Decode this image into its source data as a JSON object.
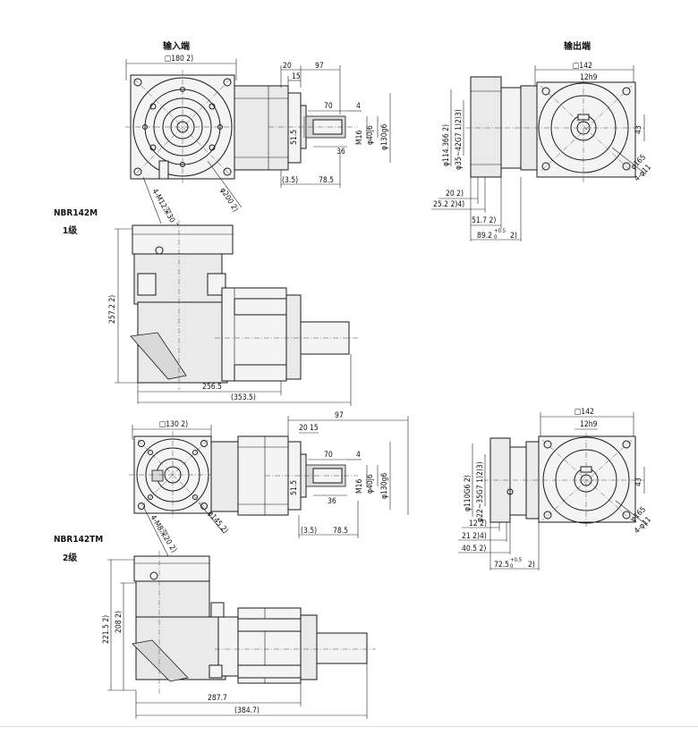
{
  "top": {
    "input_title": "输入端",
    "output_title": "输出端",
    "model": "NBR142M",
    "stage": "1级",
    "in": {
      "sq180": "□180  2)",
      "d20": "20",
      "d97": "97",
      "d15": "15",
      "d70": "70",
      "d4": "4",
      "d515": "51.5",
      "m16": "M16",
      "phi40": "φ40j6",
      "phi130": "φ130g6",
      "d36": "36",
      "d35": "(3.5)",
      "d785": "78.5",
      "screw": "4-M12深30  2)",
      "phi200": "φ200  2)"
    },
    "out": {
      "sq142": "□142",
      "key": "12h9",
      "phi114": "φ114.366  2)",
      "phi35": "φ35~42G7  1)2)3)",
      "d43": "43",
      "phi165": "φ165",
      "holes": "4-φ11",
      "d20": "20  2)",
      "d252": "25.2  2)4)",
      "d517": "51.7  2)",
      "d892": "89.2",
      "tol_up": "+0.5",
      "tol_lo": "0",
      "d892s": "2)"
    },
    "side": {
      "h2572": "257.2  2)",
      "l2565": "256.5",
      "l3535": "(353.5)"
    }
  },
  "bottom": {
    "model": "NBR142TM",
    "stage": "2级",
    "in": {
      "sq130": "□130  2)",
      "d97": "97",
      "d20": "20",
      "d15": "15",
      "d70": "70",
      "d4": "4",
      "d515": "51.5",
      "m16": "M16",
      "phi40": "φ40j6",
      "phi130": "φ130g6",
      "d36": "36",
      "d35": "(3.5)",
      "d785": "78.5",
      "screw": "4-M8深20  2)",
      "phi145": "φ145  2)"
    },
    "out": {
      "sq142": "□142",
      "key": "12h9",
      "phi110": "φ110G6  2)",
      "phi22": "φ22~35G7  1)2)3)",
      "d43": "43",
      "phi165": "φ165",
      "holes": "4-φ11",
      "d12": "12  2)",
      "d21": "21  2)4)",
      "d405": "40.5  2)",
      "d725": "72.5",
      "tol_up": "+0.5",
      "tol_lo": "0",
      "d725s": "2)"
    },
    "side": {
      "h2215": "221.5  2)",
      "h208": "208  2)",
      "l2877": "287.7",
      "l3847": "(384.7)"
    }
  }
}
